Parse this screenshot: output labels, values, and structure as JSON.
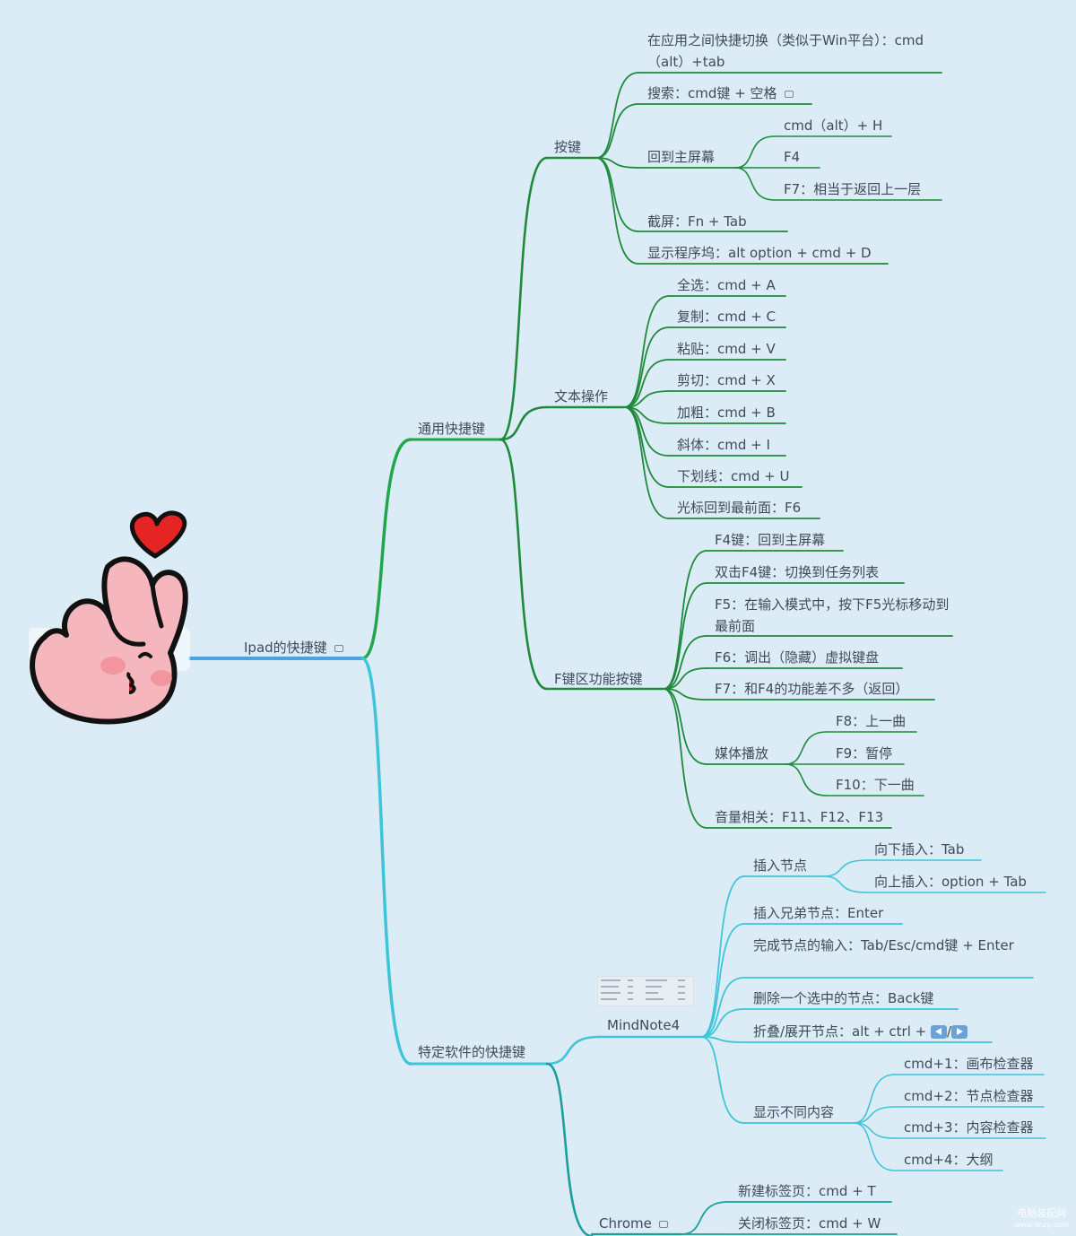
{
  "colors": {
    "background": "#dcecf7",
    "root_branch": "#4aa3e0",
    "general_branch": "#1ea84a",
    "subtree_branch": "#1e8a3a",
    "software_branch": "#3fc4d8",
    "chrome_branch": "#1aa098",
    "text": "#3e4a5a"
  },
  "root": {
    "label": "Ipad的快捷键",
    "icon": "note-icon"
  },
  "general": {
    "label": "通用快捷键",
    "keys": {
      "label": "按键",
      "items": [
        "在应用之间快捷切换（类似于Win平台）：cmd（alt）+tab",
        "搜索：cmd键 + 空格"
      ],
      "home": {
        "label": "回到主屏幕",
        "items": [
          "cmd（alt）+ H",
          "F4",
          "F7：相当于返回上一层"
        ]
      },
      "tail": [
        "截屏：Fn + Tab",
        "显示程序坞：alt option + cmd + D"
      ]
    },
    "text_ops": {
      "label": "文本操作",
      "items": [
        "全选：cmd + A",
        "复制：cmd + C",
        "粘贴：cmd + V",
        "剪切：cmd + X",
        "加粗：cmd + B",
        "斜体：cmd + I",
        "下划线：cmd + U",
        "光标回到最前面：F6"
      ]
    },
    "fkeys": {
      "label": "F键区功能按键",
      "items": [
        "F4键：回到主屏幕",
        "双击F4键：切换到任务列表",
        "F5：在输入模式中，按下F5光标移动到最前面",
        "F6：调出（隐藏）虚拟键盘",
        "F7：和F4的功能差不多（返回）"
      ],
      "media": {
        "label": "媒体播放",
        "items": [
          "F8：上一曲",
          "F9：暂停",
          "F10：下一曲"
        ]
      },
      "volume": "音量相关：F11、F12、F13"
    }
  },
  "software": {
    "label": "特定软件的快捷键",
    "mindnote": {
      "label": "MindNote4",
      "insert": {
        "label": "插入节点",
        "items": [
          "向下插入：Tab",
          "向上插入：option + Tab"
        ]
      },
      "items": [
        "插入兄弟节点：Enter",
        "完成节点的输入：Tab/Esc/cmd键 + Enter",
        "删除一个选中的节点：Back键"
      ],
      "fold_label": "折叠/展开节点：alt + ctrl +",
      "fold_sep": "/",
      "fold_icons": [
        "left-arrow-key-icon",
        "right-arrow-key-icon"
      ],
      "show": {
        "label": "显示不同内容",
        "items": [
          "cmd+1：画布检查器",
          "cmd+2：节点检查器",
          "cmd+3：内容检查器",
          "cmd+4：大纲"
        ]
      }
    },
    "chrome": {
      "label": "Chrome",
      "items": [
        "新建标签页：cmd + T",
        "关闭标签页：cmd + W"
      ]
    }
  },
  "decoration": {
    "sticker": "finger-heart-sticker",
    "thumbnail": "mindnote-screenshot-thumbnail"
  },
  "watermark": {
    "line1": "电脑装配网",
    "line2": "www.dnzp.com"
  }
}
